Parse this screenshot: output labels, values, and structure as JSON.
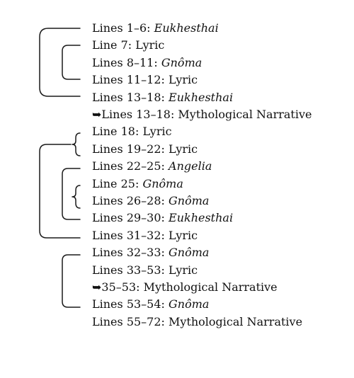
{
  "lines": [
    {
      "label": "Lines 1–6",
      "sep": ": ",
      "value": "Eukhesthai",
      "italic": true,
      "arrow": false
    },
    {
      "label": "Line 7",
      "sep": ": ",
      "value": "Lyric",
      "italic": false,
      "arrow": false
    },
    {
      "label": "Lines 8–11",
      "sep": ": ",
      "value": "Gnôma",
      "italic": true,
      "arrow": false
    },
    {
      "label": "Lines 11–12",
      "sep": ": ",
      "value": "Lyric",
      "italic": false,
      "arrow": false
    },
    {
      "label": "Lines 13–18",
      "sep": ": ",
      "value": "Eukhesthai",
      "italic": true,
      "arrow": false
    },
    {
      "label": "Lines 13–18",
      "sep": ": ",
      "value": "Mythological Narrative",
      "italic": false,
      "arrow": true
    },
    {
      "label": "Line 18",
      "sep": ": ",
      "value": "Lyric",
      "italic": false,
      "arrow": false
    },
    {
      "label": "Lines 19–22",
      "sep": ": ",
      "value": "Lyric",
      "italic": false,
      "arrow": false
    },
    {
      "label": "Lines 22–25",
      "sep": ": ",
      "value": "Angelia",
      "italic": true,
      "arrow": false
    },
    {
      "label": "Line 25",
      "sep": ": ",
      "value": "Gnôma",
      "italic": true,
      "arrow": false
    },
    {
      "label": "Lines 26–28",
      "sep": ": ",
      "value": "Gnôma",
      "italic": true,
      "arrow": false
    },
    {
      "label": "Lines 29–30",
      "sep": ": ",
      "value": "Eukhesthai",
      "italic": true,
      "arrow": false
    },
    {
      "label": "Lines 31–32",
      "sep": ": ",
      "value": "Lyric",
      "italic": false,
      "arrow": false
    },
    {
      "label": "Lines 32–33",
      "sep": ": ",
      "value": "Gnôma",
      "italic": true,
      "arrow": false
    },
    {
      "label": "Lines 33–53",
      "sep": ": ",
      "value": "Lyric",
      "italic": false,
      "arrow": false
    },
    {
      "label": "35–53",
      "sep": ": ",
      "value": "Mythological Narrative",
      "italic": false,
      "arrow": true
    },
    {
      "label": "Lines 53–54",
      "sep": ": ",
      "value": "Gnôma",
      "italic": true,
      "arrow": false
    },
    {
      "label": "Lines 55–72",
      "sep": ": ",
      "value": "Mythological Narrative",
      "italic": false,
      "arrow": false
    }
  ],
  "arrow_glyph": "➥"
}
